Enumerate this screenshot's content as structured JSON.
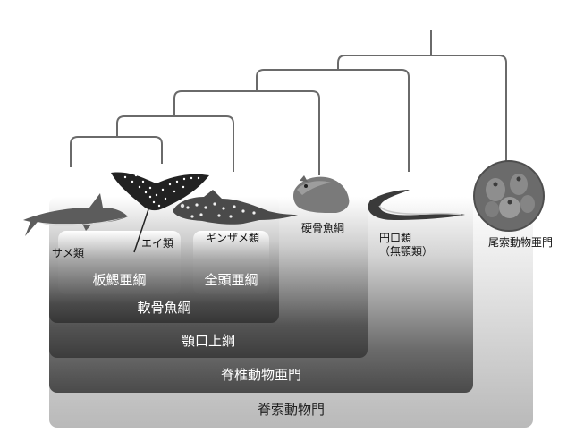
{
  "groups": {
    "chordata": "脊索動物門",
    "vertebrata": "脊椎動物亜門",
    "gnathostomata": "顎口上綱",
    "chondrichthyes": "軟骨魚綱",
    "elasmobranchii": "板鰓亜綱",
    "holocephali": "全頭亜綱"
  },
  "taxa": {
    "shark": "サメ類",
    "ray": "エイ類",
    "chimaera": "ギンザメ類",
    "osteichthyes": "硬骨魚綱",
    "cyclostomata_line1": "円口類",
    "cyclostomata_line2": "（無顎類）",
    "urochordata": "尾索動物亜門"
  }
}
